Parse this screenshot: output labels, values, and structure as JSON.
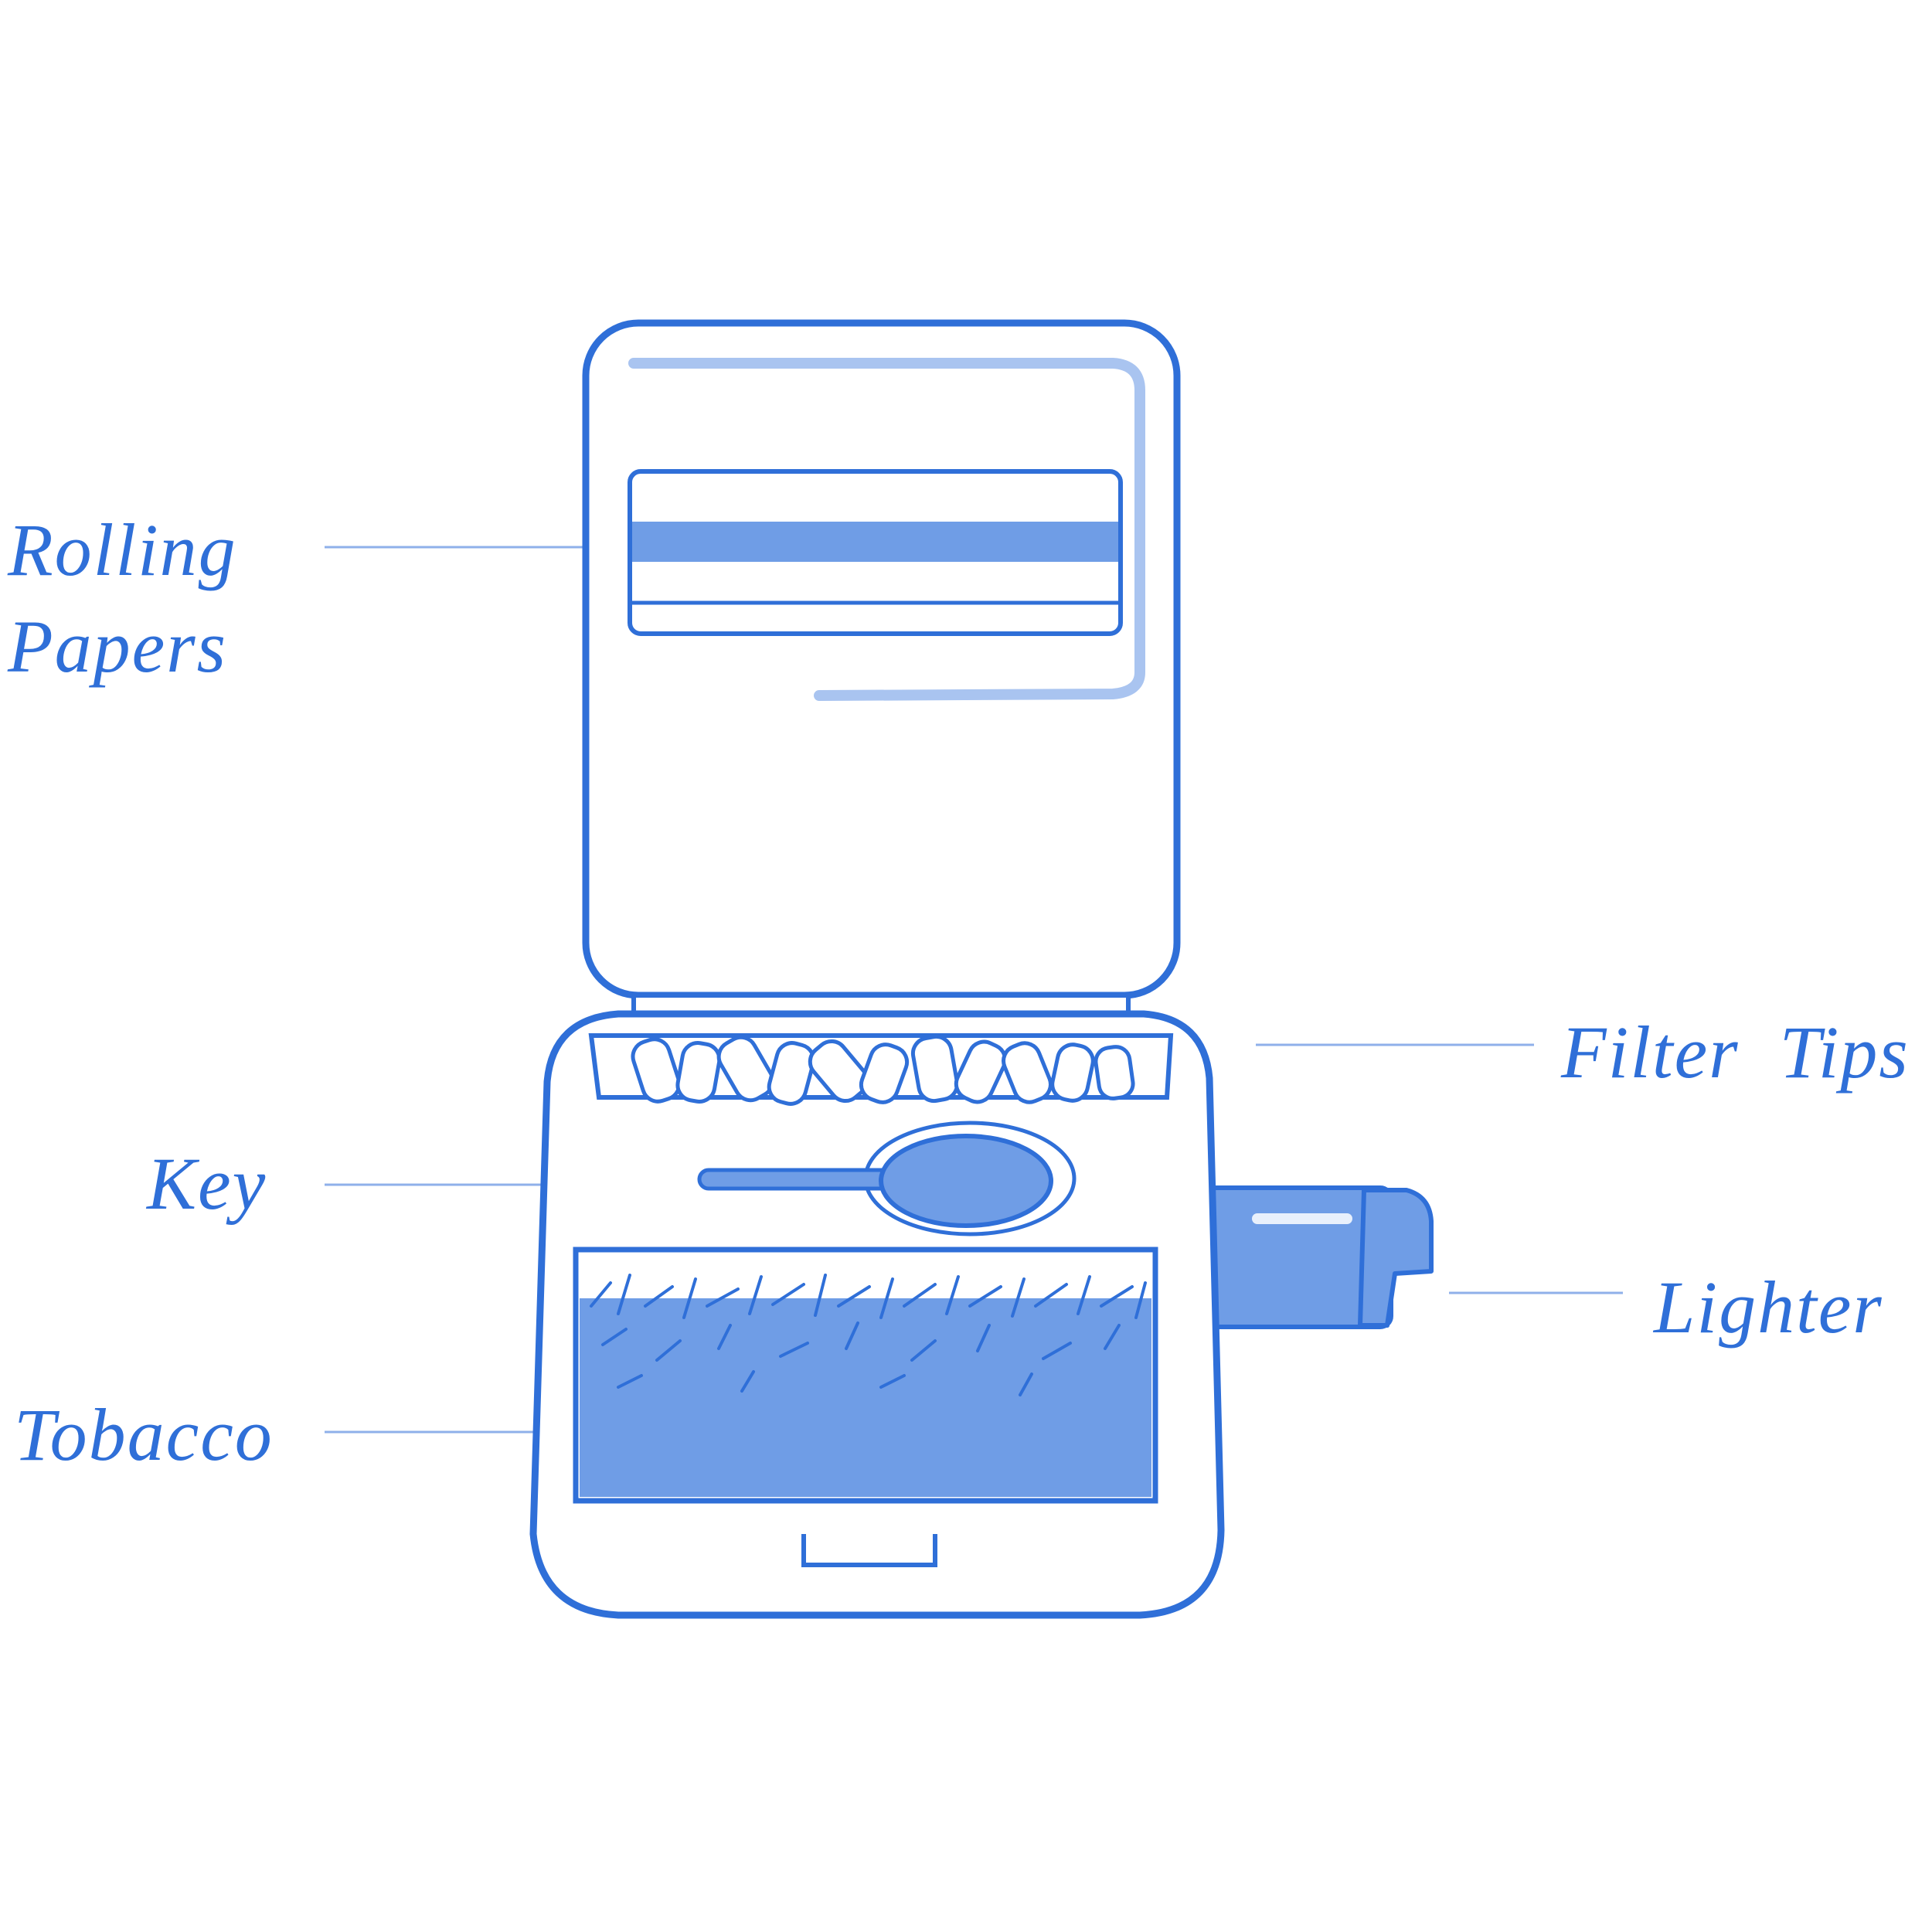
{
  "diagram": {
    "colors": {
      "stroke": "#2f6fd8",
      "fill": "#6f9de6",
      "light_fill": "#a9c4f0",
      "line": "#8fb0ea",
      "background": "#ffffff"
    },
    "labels": {
      "rolling_papers": "Rolling\nPapers",
      "filter_tips": "Filter  Tips",
      "key": "Key",
      "lighter": "Lighter",
      "tobacco": "Tobacco"
    }
  }
}
